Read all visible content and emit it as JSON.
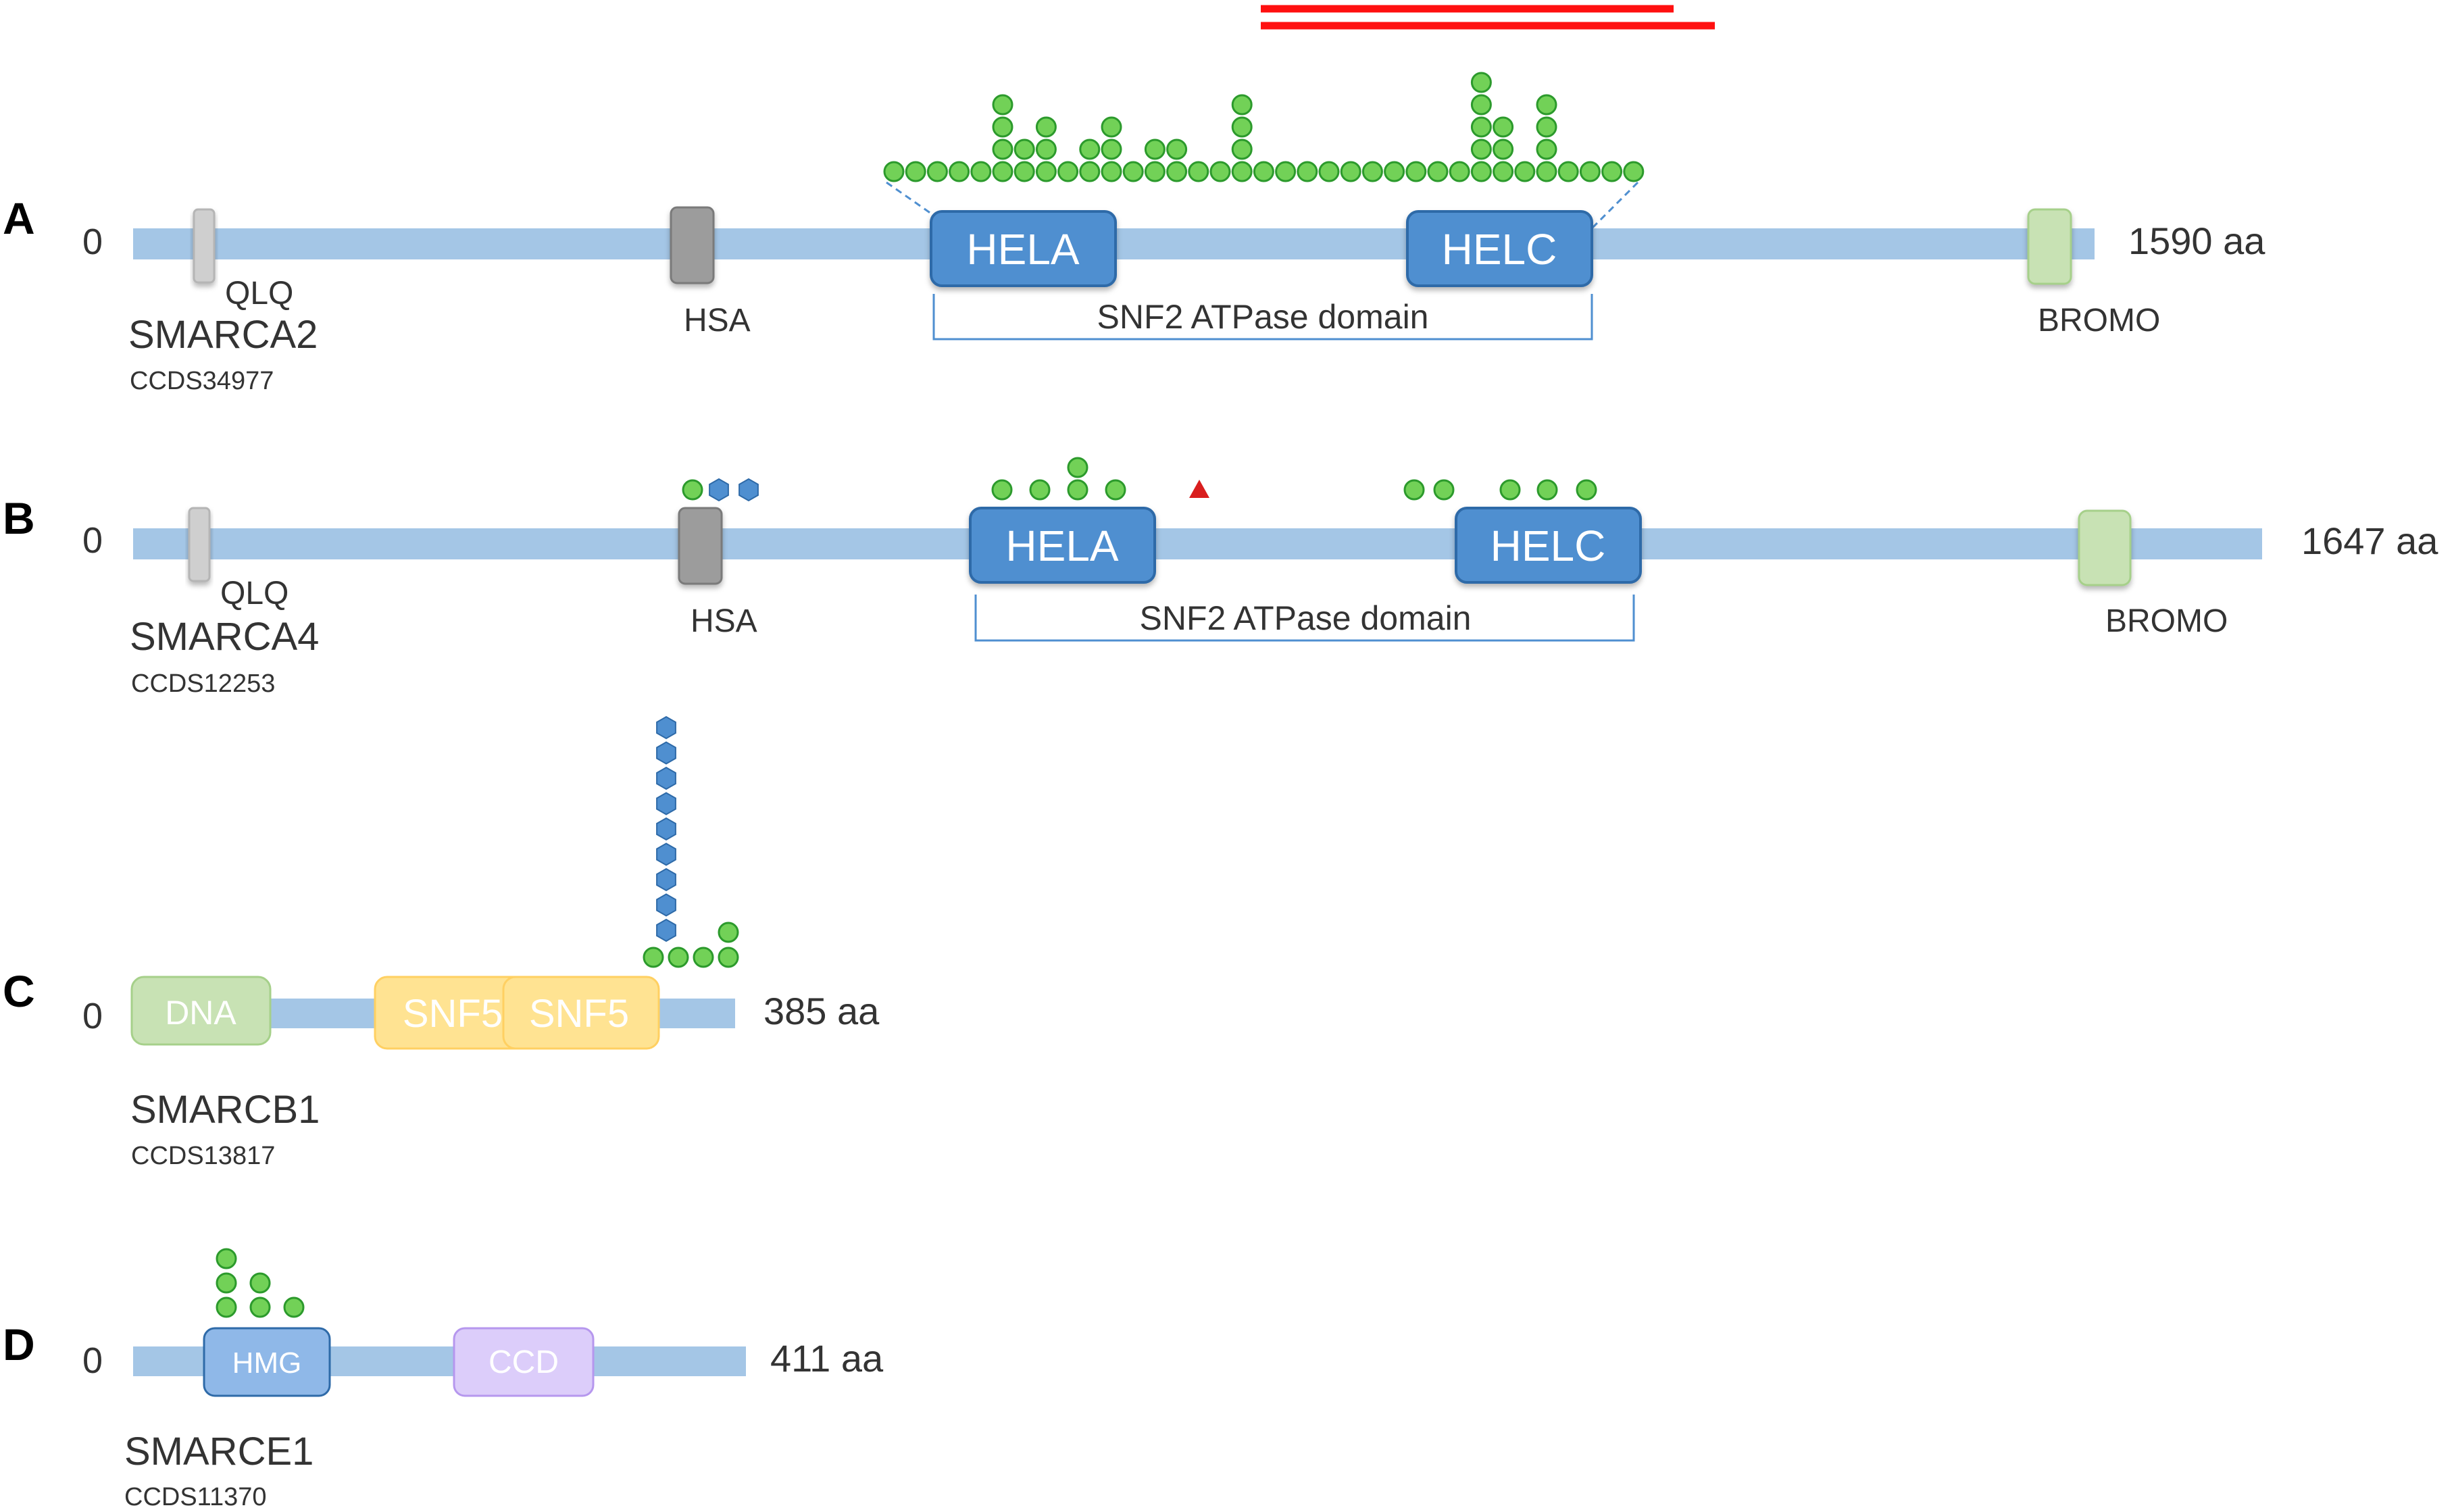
{
  "colors": {
    "backbone": "#a4c6e6",
    "helicase_fill": "#4f8fd0",
    "helicase_stroke": "#2e6aa8",
    "hsa_fill": "#9c9c9c",
    "qlq_fill": "#cfcfcf",
    "bromo_fill": "#c8e2b4",
    "dna_fill": "#c8e2b4",
    "snf5_fill": "#ffe392",
    "hmg_fill": "#8fb8e8",
    "ccd_fill": "#dccdfa",
    "ccd_stroke": "#b697ee",
    "bracket": "#4f8fd0",
    "mutation_circle": "#72d157",
    "mutation_circle_stroke": "#2c9a2c",
    "mutation_hexagon": "#4f8fd0",
    "triangle": "#d91e1e",
    "red_line": "#ff1010"
  },
  "symbols": {
    "mutation_circle": "green-circle-icon",
    "mutation_hexagon": "blue-hexagon-icon",
    "triangle": "red-triangle-icon"
  },
  "panels": [
    {
      "id": "A",
      "letter": "A",
      "start": "0",
      "gene": "SMARCA2",
      "ccds": "CCDS34977",
      "length_label": "1590 aa",
      "domains": [
        {
          "key": "qlq",
          "label": "QLQ"
        },
        {
          "key": "hsa",
          "label": "HSA"
        },
        {
          "key": "hela",
          "label": "HELA"
        },
        {
          "key": "helc",
          "label": "HELC"
        },
        {
          "key": "bromo",
          "label": "BROMO"
        }
      ],
      "bracket_label": "SNF2 ATPase domain",
      "mutation_stacks": {
        "circles": [
          1,
          1,
          1,
          1,
          1,
          4,
          2,
          3,
          1,
          2,
          3,
          1,
          2,
          2,
          1,
          1,
          4,
          1,
          1,
          1,
          1,
          1,
          1,
          1,
          1,
          1,
          1,
          5,
          3,
          1,
          4,
          1,
          1,
          1,
          1
        ]
      }
    },
    {
      "id": "B",
      "letter": "B",
      "start": "0",
      "gene": "SMARCA4",
      "ccds": "CCDS12253",
      "length_label": "1647 aa",
      "domains": [
        {
          "key": "qlq",
          "label": "QLQ"
        },
        {
          "key": "hsa",
          "label": "HSA"
        },
        {
          "key": "hela",
          "label": "HELA"
        },
        {
          "key": "helc",
          "label": "HELC"
        },
        {
          "key": "bromo",
          "label": "BROMO"
        }
      ],
      "bracket_label": "SNF2 ATPase domain",
      "mutation_stacks": {
        "hsa_circles": 1,
        "hsa_hexagons": 2,
        "hela_circles": [
          1,
          1,
          2,
          1
        ],
        "triangles": 1,
        "helc_circles": [
          1,
          1,
          1,
          1,
          1
        ]
      }
    },
    {
      "id": "C",
      "letter": "C",
      "start": "0",
      "gene": "SMARCB1",
      "ccds": "CCDS13817",
      "length_label": "385 aa",
      "domains": [
        {
          "key": "dna",
          "label": "DNA"
        },
        {
          "key": "snf5a",
          "label": "SNF5"
        },
        {
          "key": "snf5b",
          "label": "SNF5"
        }
      ],
      "mutation_stacks": {
        "hexagons_on_first_column": 9,
        "circles": [
          1,
          1,
          1,
          2
        ]
      }
    },
    {
      "id": "D",
      "letter": "D",
      "start": "0",
      "gene": "SMARCE1",
      "ccds": "CCDS11370",
      "length_label": "411 aa",
      "domains": [
        {
          "key": "hmg",
          "label": "HMG"
        },
        {
          "key": "ccd",
          "label": "CCD"
        }
      ],
      "mutation_stacks": {
        "circles": [
          3,
          2,
          1
        ]
      }
    }
  ]
}
